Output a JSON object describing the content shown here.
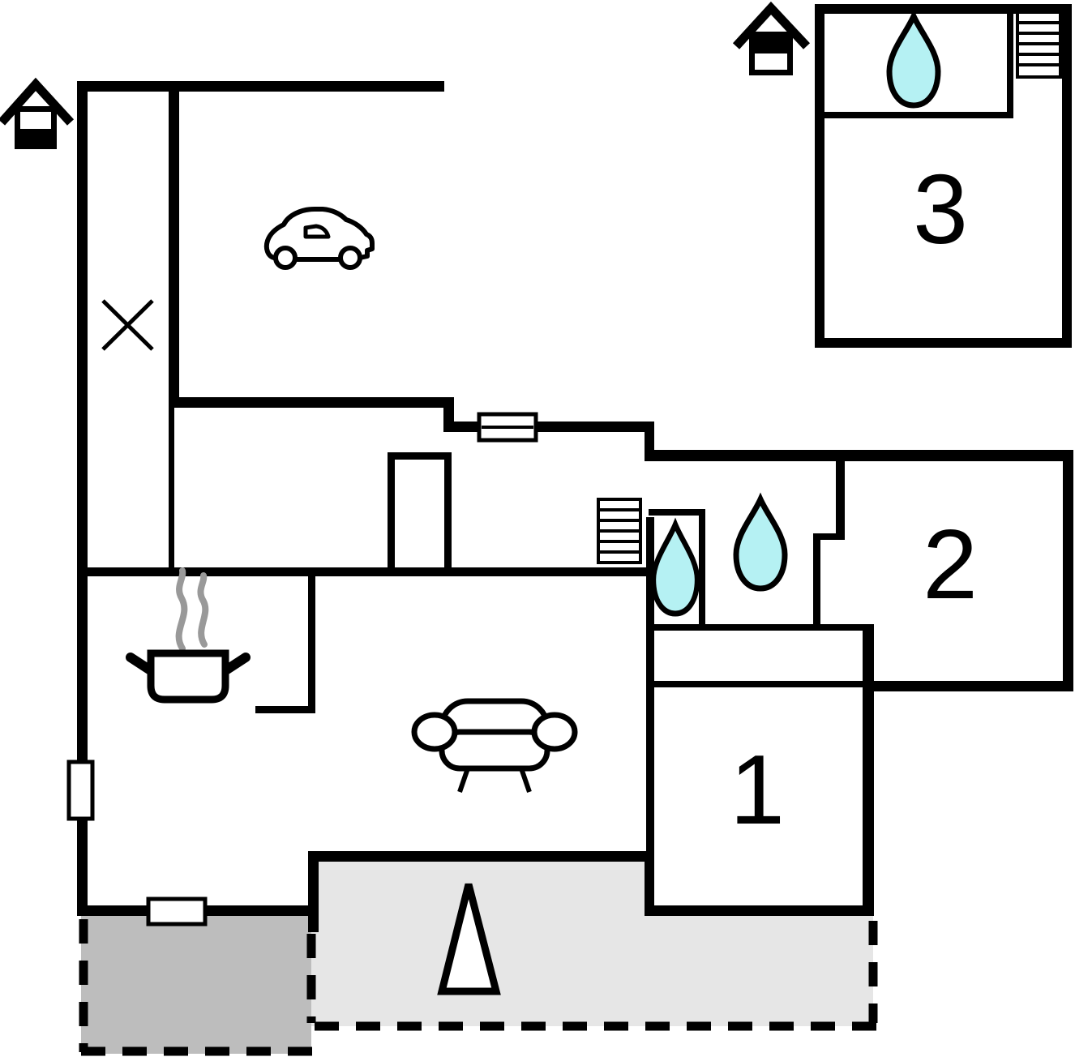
{
  "plan": {
    "type": "floor-plan",
    "rooms": [
      {
        "id": "room-1",
        "label": "1"
      },
      {
        "id": "room-2",
        "label": "2"
      },
      {
        "id": "room-3",
        "label": "3"
      }
    ],
    "colors": {
      "wall": "#000000",
      "background": "#ffffff",
      "water_drop": "#b5f1f3",
      "terrace_open": "#e6e6e6",
      "terrace_covered": "#bdbdbd",
      "steam": "#999999"
    },
    "icons": [
      "house-ground-level-icon",
      "house-upper-level-icon",
      "car-icon",
      "cross-mark-icon",
      "window-icon",
      "stairs-icon",
      "water-drop-icon",
      "cooking-pot-icon",
      "steam-icon",
      "sofa-icon",
      "north-arrow-icon"
    ]
  }
}
